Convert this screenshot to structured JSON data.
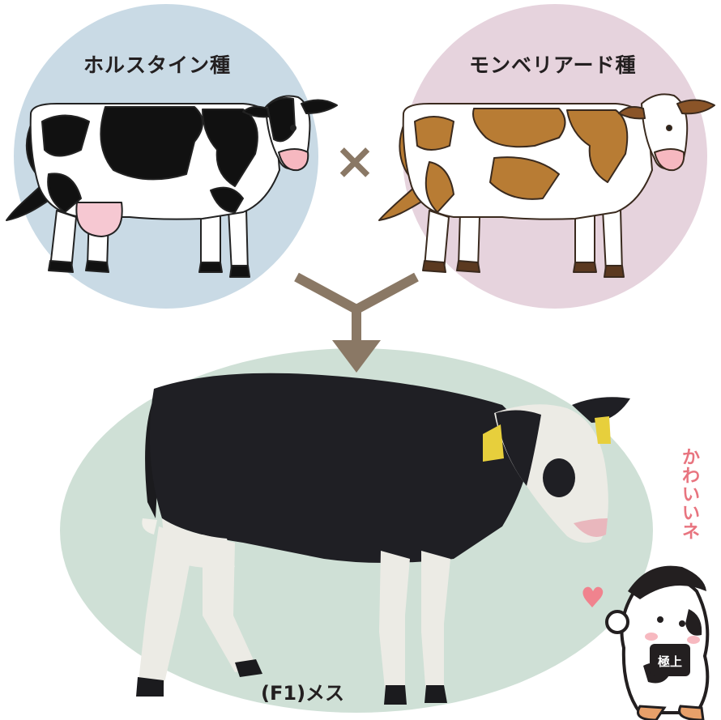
{
  "parents": {
    "left": {
      "label": "ホルスタイン種",
      "circle_color": "#c9dae5"
    },
    "right": {
      "label": "モンベリアード種",
      "circle_color": "#e6d3dd"
    }
  },
  "cross_symbol": "×",
  "arrow_color": "#8a7865",
  "offspring": {
    "label": "(F1)メス",
    "ellipse_color": "#cfe0d6"
  },
  "mascot": {
    "speech": "かわいいネ",
    "heart_color": "#f0838e",
    "badge_text": "極上"
  }
}
